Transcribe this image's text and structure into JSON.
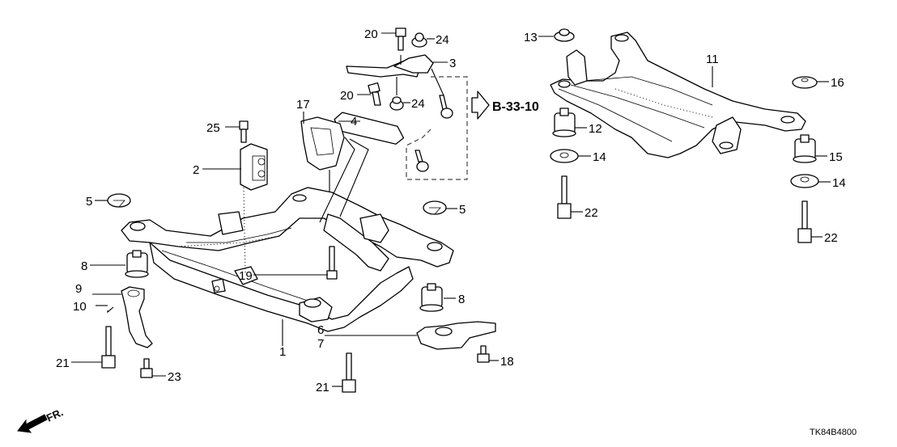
{
  "diagram": {
    "reference_arrow_label": "B-33-10",
    "diagram_code": "TK84B4800",
    "front_indicator": "FR.",
    "callouts": [
      {
        "id": "c20a",
        "label": "20"
      },
      {
        "id": "c24a",
        "label": "24"
      },
      {
        "id": "c3",
        "label": "3"
      },
      {
        "id": "c20b",
        "label": "20"
      },
      {
        "id": "c24b",
        "label": "24"
      },
      {
        "id": "c17",
        "label": "17"
      },
      {
        "id": "c4",
        "label": "4"
      },
      {
        "id": "c25",
        "label": "25"
      },
      {
        "id": "c2",
        "label": "2"
      },
      {
        "id": "c5a",
        "label": "5"
      },
      {
        "id": "c5b",
        "label": "5"
      },
      {
        "id": "c8a",
        "label": "8"
      },
      {
        "id": "c9",
        "label": "9"
      },
      {
        "id": "c10",
        "label": "10"
      },
      {
        "id": "c21a",
        "label": "21"
      },
      {
        "id": "c23",
        "label": "23"
      },
      {
        "id": "c1",
        "label": "1"
      },
      {
        "id": "c19",
        "label": "19"
      },
      {
        "id": "c8b",
        "label": "8"
      },
      {
        "id": "c6",
        "label": "6"
      },
      {
        "id": "c7",
        "label": "7"
      },
      {
        "id": "c18",
        "label": "18"
      },
      {
        "id": "c21b",
        "label": "21"
      },
      {
        "id": "c13",
        "label": "13"
      },
      {
        "id": "c11",
        "label": "11"
      },
      {
        "id": "c16",
        "label": "16"
      },
      {
        "id": "c12",
        "label": "12"
      },
      {
        "id": "c14a",
        "label": "14"
      },
      {
        "id": "c15",
        "label": "15"
      },
      {
        "id": "c14b",
        "label": "14"
      },
      {
        "id": "c22a",
        "label": "22"
      },
      {
        "id": "c22b",
        "label": "22"
      }
    ]
  }
}
